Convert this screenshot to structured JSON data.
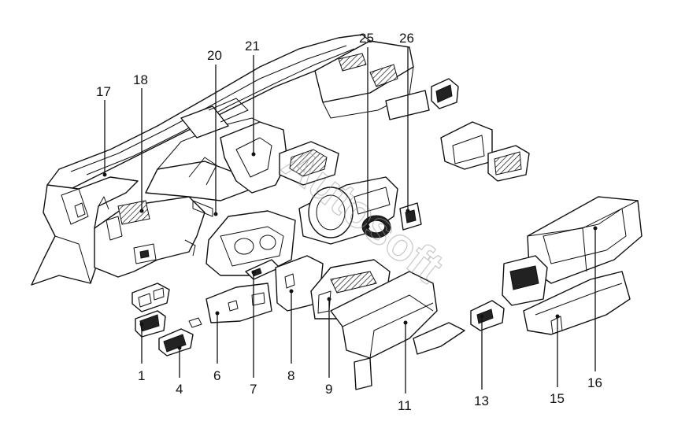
{
  "watermark": "Autosoft",
  "callouts": [
    {
      "id": "c1",
      "label": "1"
    },
    {
      "id": "c4",
      "label": "4"
    },
    {
      "id": "c6",
      "label": "6"
    },
    {
      "id": "c7",
      "label": "7"
    },
    {
      "id": "c8",
      "label": "8"
    },
    {
      "id": "c9",
      "label": "9"
    },
    {
      "id": "c11",
      "label": "11"
    },
    {
      "id": "c13",
      "label": "13"
    },
    {
      "id": "c15",
      "label": "15"
    },
    {
      "id": "c16",
      "label": "16"
    },
    {
      "id": "c17",
      "label": "17"
    },
    {
      "id": "c18",
      "label": "18"
    },
    {
      "id": "c20",
      "label": "20"
    },
    {
      "id": "c21",
      "label": "21"
    },
    {
      "id": "c25",
      "label": "25"
    },
    {
      "id": "c26",
      "label": "26"
    }
  ]
}
